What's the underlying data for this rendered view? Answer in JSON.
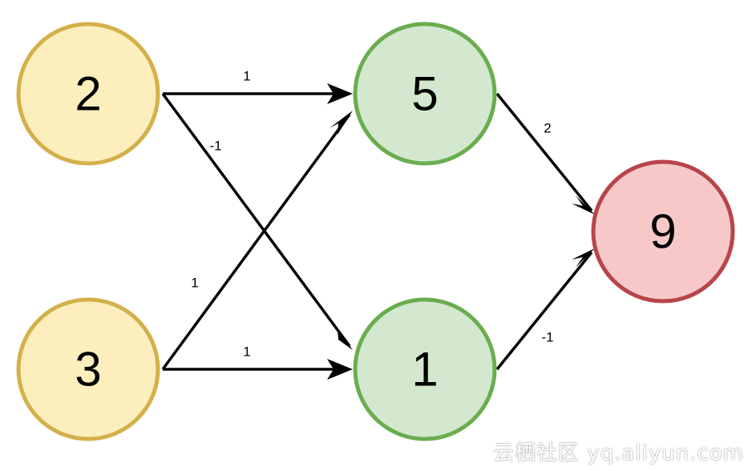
{
  "colors": {
    "input_fill": "#fdeebe",
    "input_stroke": "#d4b04a",
    "hidden_fill": "#d3e8cf",
    "hidden_stroke": "#6aad4f",
    "output_fill": "#f6c8c8",
    "output_stroke": "#b8444a",
    "edge": "#000000"
  },
  "nodes": [
    {
      "id": "in1",
      "value": "2"
    },
    {
      "id": "in2",
      "value": "3"
    },
    {
      "id": "h1",
      "value": "5"
    },
    {
      "id": "h2",
      "value": "1"
    },
    {
      "id": "out",
      "value": "9"
    }
  ],
  "edges": [
    {
      "from": "in1",
      "to": "h1",
      "weight": "1"
    },
    {
      "from": "in1",
      "to": "h2",
      "weight": "-1"
    },
    {
      "from": "in2",
      "to": "h1",
      "weight": "1"
    },
    {
      "from": "in2",
      "to": "h2",
      "weight": "1"
    },
    {
      "from": "h1",
      "to": "out",
      "weight": "2"
    },
    {
      "from": "h2",
      "to": "out",
      "weight": "-1"
    }
  ],
  "watermark": "云栖社区 yq.aliyun.com"
}
